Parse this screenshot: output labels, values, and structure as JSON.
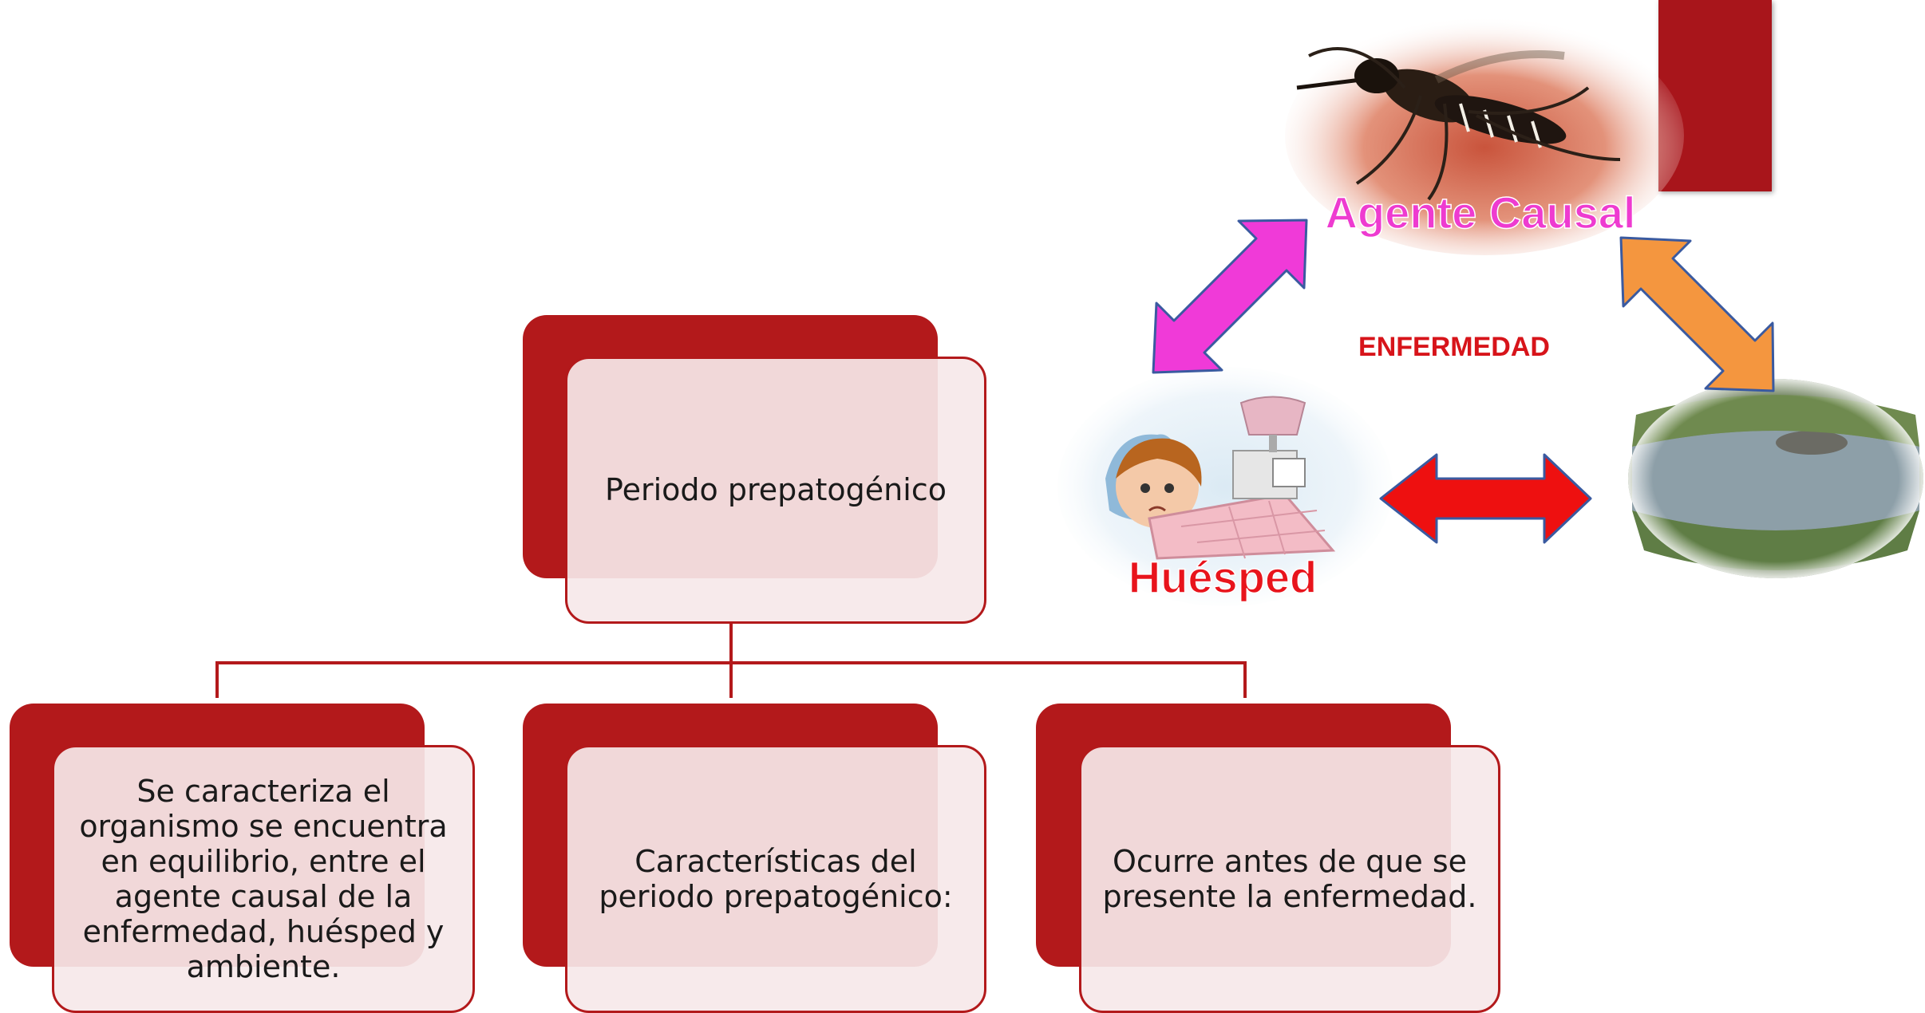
{
  "hierarchy": {
    "root": "Periodo prepatogénico",
    "children": [
      "Se caracteriza el organismo se encuentra en equilibrio, entre el agente causal de la enfermedad, huésped y ambiente.",
      "Características del periodo prepatogénico:",
      "Ocurre antes de que se presente la enfermedad."
    ]
  },
  "triad": {
    "agent_label": "Agente Causal",
    "host_label": "Huésped",
    "center_label": "ENFERMEDAD"
  },
  "colors": {
    "box_dark": "#b3191b",
    "box_light": "#f6e8e9",
    "agent_text": "#ee3bd0",
    "host_text": "#e8141c",
    "center_text": "#d7141a",
    "arrow_agent_host": "#f03ad8",
    "arrow_agent_env": "#f4963f",
    "arrow_host_env": "#ee1010"
  },
  "icons": [
    "mosquito-image",
    "sick-child-image",
    "pond-image"
  ]
}
